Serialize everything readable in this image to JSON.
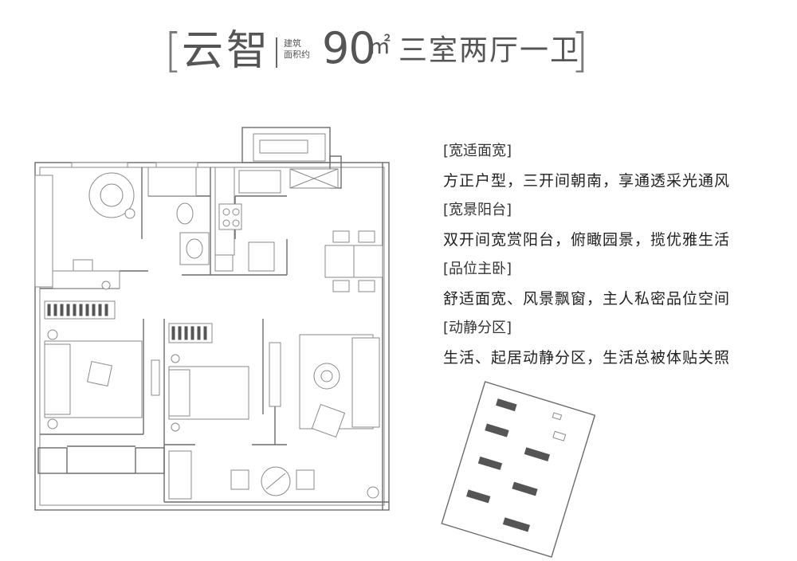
{
  "header": {
    "bracket_left": "[",
    "bracket_right": "]",
    "plan_name": "云智",
    "area_label_line1": "建筑",
    "area_label_line2": "面积约",
    "area_value": "90",
    "area_unit": "㎡",
    "layout": "三室两厅一卫"
  },
  "features": [
    {
      "heading": "[宽适面宽]",
      "description": "方正户型，三开间朝南，享通透采光通风"
    },
    {
      "heading": "[宽景阳台]",
      "description": "双开间宽赏阳台，俯瞰园景，揽优雅生活"
    },
    {
      "heading": "[品位主卧]",
      "description": "舒适面宽、风景飘窗，主人私密品位空间"
    },
    {
      "heading": "[动静分区]",
      "description": "生活、起居动静分区，生活总被体贴关照"
    }
  ],
  "colors": {
    "line": "#6b6b6b",
    "text": "#333333",
    "background": "#ffffff"
  }
}
